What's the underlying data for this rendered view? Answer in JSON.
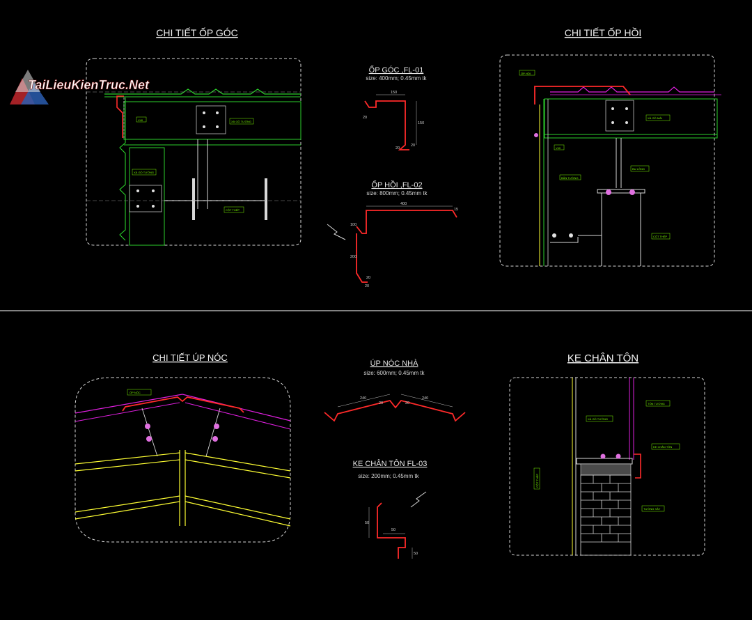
{
  "watermark": {
    "brand": "TaiLieuKienTruc.Net"
  },
  "colors": {
    "background": "#000000",
    "flashing": "#ff2a2a",
    "steel": "#2bd12b",
    "purlin": "#ffff33",
    "roof_sheet": "#e01fe0",
    "frame": "#ffffff",
    "dimension": "#bfbfbf"
  },
  "sections": {
    "corner_detail": {
      "title": "CHI TIẾT ỐP GÓC"
    },
    "gable_detail": {
      "title": "CHI TIẾT ỐP HỒI"
    },
    "ridge_detail": {
      "title": "CHI TIẾT ÚP NÓC"
    },
    "base_detail": {
      "title": "KE CHÂN TÔN"
    }
  },
  "profiles": {
    "fl01": {
      "name": "ỐP GÓC ,FL-01",
      "size": "size:  400mm;  0.45mm  tk",
      "dims": [
        "150",
        "20",
        "150",
        "20",
        "20"
      ]
    },
    "fl02": {
      "name": "ỐP HỒI ,FL-02",
      "size": "size:  800mm;  0.45mm  tk",
      "dims": [
        "400",
        "15",
        "100",
        "200",
        "20",
        "20"
      ]
    },
    "ridge": {
      "name": "ÚP NÓC NHÀ",
      "size": "size:  600mm;  0.45mm  tk",
      "dims": [
        "240",
        "240",
        "20",
        "20"
      ]
    },
    "fl03": {
      "name": "KE CHÂN TÔN FL-03",
      "size": "size:  200mm;  0.45mm  tk",
      "dims": [
        "50",
        "50",
        "50"
      ]
    }
  },
  "tags": {
    "corner": [
      "V40",
      "XÀ GỒ TƯỜNG",
      "XÀ GỒ TƯỜNG",
      "CỘT THÉP"
    ],
    "gable": [
      "ỐP HỒI",
      "XÀ GỒ MÁI",
      "V40",
      "BẢN TƯỜNG",
      "CỘT THÉP",
      "BU LÔNG"
    ],
    "ridge": [
      "ỐP NÓC"
    ],
    "base": [
      "TÔN TƯỜNG",
      "XÀ GỒ TƯỜNG",
      "KE CHÂN TÔN",
      "CỘT THÉP",
      "TƯỜNG XÂY"
    ]
  }
}
